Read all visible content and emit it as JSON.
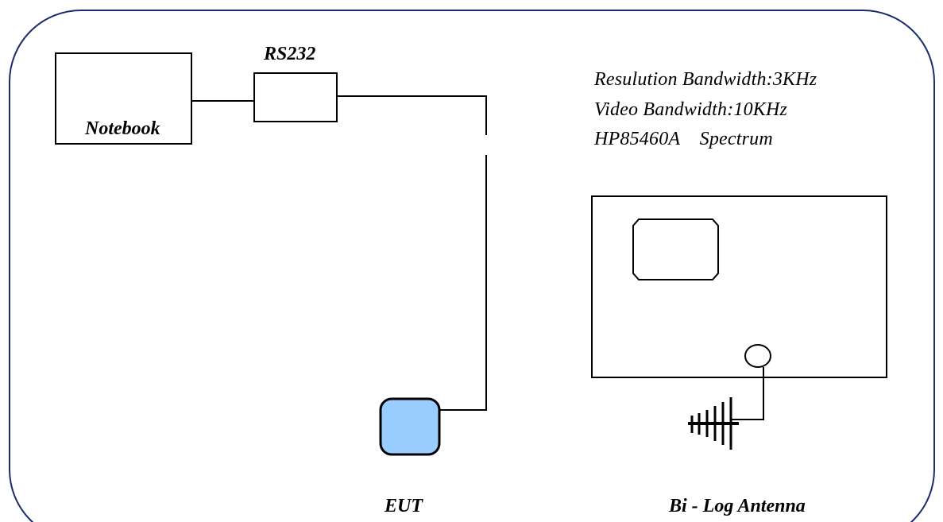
{
  "labels": {
    "notebook": "Notebook",
    "rs232": "RS232",
    "eut": "EUT",
    "antenna": "Bi - Log Antenna"
  },
  "spectrum_settings": [
    "Resulution Bandwidth:3KHz",
    "Video Bandwidth:10KHz",
    "HP85460A    Spectrum"
  ],
  "colors": {
    "frame": "#1a2c6e",
    "line": "#000000",
    "eut_fill": "#99ccff"
  }
}
